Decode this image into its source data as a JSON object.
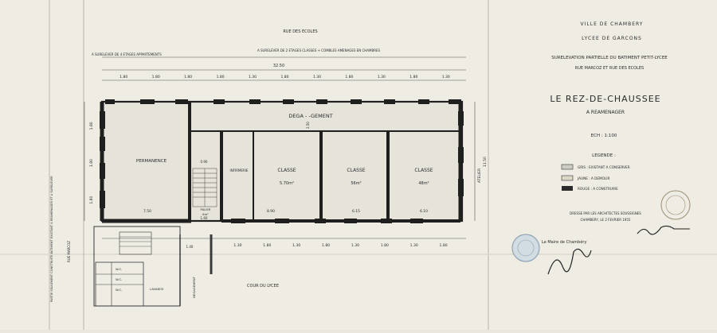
{
  "plan": {
    "street_top": "RUE DES ECOLES",
    "street_left": "RUE MARCOZ",
    "courtyard": "COUR DU LYCEE",
    "note_left_top": "A SURELEVER DE 4 ETAGES APPARTEMENTS",
    "note_right_top": "A SURELEVER DE 2 ETAGES CLASSES + COMBLES AMENAGES EN CHAMBRES",
    "note_left_vertical": "PARTIE SEULEMENT CONSTRUITE   BATIMENT EXISTANT A REAMENAGER ET A SURELEVER",
    "total_dim": "32.50",
    "top_dims": [
      "1.80",
      "1.80",
      "1.80",
      "1.80",
      "1.30",
      "1.80",
      "1.30",
      "1.80",
      "1.30",
      "1.80",
      "1.30"
    ],
    "bottom_dims": [
      "1.30",
      "1.80",
      "1.30",
      "1.80",
      "1.30",
      "1.80",
      "1.30",
      "1.80"
    ],
    "left_dims": [
      "1.80",
      "1.80",
      "1.80"
    ],
    "right_dim": "11.50",
    "atelier": "ATELIER",
    "degagement": "DEGA -     -GEMENT",
    "rooms": {
      "permanence": "PERMANENCE",
      "infirmerie": "INFIRMERIE",
      "classe1": "CLASSE",
      "classe1_area": "5.70m²",
      "classe2": "CLASSE",
      "classe2_area": "56m²",
      "classe3": "CLASSE",
      "classe3_area": "48m²",
      "palier": "PALIER",
      "palier_area": "6m²",
      "wc1": "W.C.",
      "wc2": "W.C.",
      "wc3": "W.C.",
      "lavabos": "LAVABOS",
      "degagement2": "DEGAGEMENT"
    },
    "inner_dims": {
      "d750": "7.50",
      "d890": "8.90",
      "d615": "6.15",
      "d610": "6.10",
      "d250": "2.50",
      "d160": "1.60",
      "d090": "0.90",
      "d140": "1.40"
    }
  },
  "title_block": {
    "city": "VILLE DE CHAMBERY",
    "school": "LYCEE DE GARCONS",
    "project_line1": "SURELEVATION PARTIELLE DU BATIMENT PETIT-LYCEE",
    "project_line2": "RUE MARCOZ ET RUE DES ECOLES",
    "sheet_title": "LE REZ-DE-CHAUSSEE",
    "sheet_subtitle": "A REAMENAGER",
    "scale": "ECH : 1:100",
    "legend_title": "LEGENDE :",
    "legend": [
      {
        "label": "GRIS : EXISTANT A CONSERVER",
        "swatch": "#cfccc4"
      },
      {
        "label": "JAUNE : A DEMOLIR",
        "swatch": "#dcd6c6"
      },
      {
        "label": "ROUGE : A CONSTRUIRE",
        "swatch": "#2a2a2a"
      }
    ],
    "drawn_by_line1": "DRESSE PAR LES ARCHITECTES SOUSSIGNES",
    "drawn_by_line2": "CHAMBERY, LE 2 FEVRIER 1955",
    "mayor_stamp": "Le Maire de Chambéry"
  }
}
